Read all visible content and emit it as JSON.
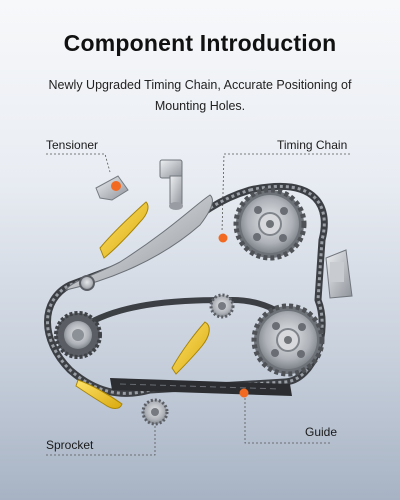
{
  "header": {
    "title": "Component Introduction",
    "subtitle": "Newly Upgraded Timing Chain, Accurate Positioning of Mounting Holes."
  },
  "callouts": {
    "tensioner": "Tensioner",
    "timing_chain": "Timing Chain",
    "sprocket": "Sprocket",
    "guide": "Guide"
  },
  "colors": {
    "accent": "#f26a21",
    "guide_yellow": "#f2c81a",
    "metal": "#b8bcc2",
    "chain": "#4a4d52"
  }
}
